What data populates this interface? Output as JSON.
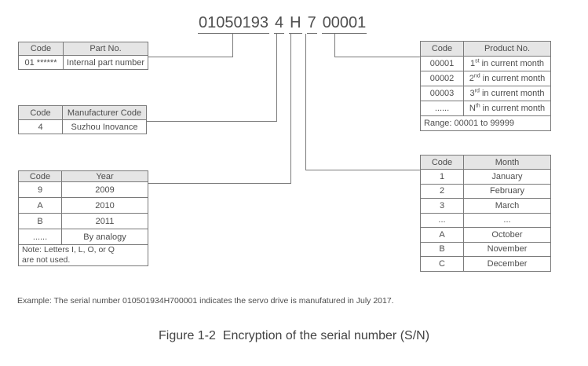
{
  "serial": {
    "segments": [
      "01050193",
      "4",
      "H",
      "7",
      "00001"
    ]
  },
  "tables": {
    "part": {
      "headers": [
        "Code",
        "Part No."
      ],
      "rows": [
        [
          "01 ******",
          "Internal part number"
        ]
      ]
    },
    "manufacturer": {
      "headers": [
        "Code",
        "Manufacturer Code"
      ],
      "rows": [
        [
          "4",
          "Suzhou Inovance"
        ]
      ]
    },
    "year": {
      "headers": [
        "Code",
        "Year"
      ],
      "rows": [
        [
          "9",
          "2009"
        ],
        [
          "A",
          "2010"
        ],
        [
          "B",
          "2011"
        ],
        [
          "......",
          "By analogy"
        ]
      ],
      "note": "Note: Letters I, L, O, or Q\nare not used."
    },
    "product": {
      "headers": [
        "Code",
        "Product No."
      ],
      "rows": [
        [
          "00001",
          {
            "text": "1",
            "sup": "st",
            "rest": " in current month"
          }
        ],
        [
          "00002",
          {
            "text": "2",
            "sup": "nd",
            "rest": " in current month"
          }
        ],
        [
          "00003",
          {
            "text": "3",
            "sup": "rd",
            "rest": " in current month"
          }
        ],
        [
          "......",
          {
            "text": "N",
            "sup": "th",
            "rest": " in current month"
          }
        ]
      ],
      "range": "Range: 00001 to 99999"
    },
    "month": {
      "headers": [
        "Code",
        "Month"
      ],
      "rows": [
        [
          "1",
          "January"
        ],
        [
          "2",
          "February"
        ],
        [
          "3",
          "March"
        ],
        [
          "...",
          "..."
        ],
        [
          "A",
          "October"
        ],
        [
          "B",
          "November"
        ],
        [
          "C",
          "December"
        ]
      ]
    }
  },
  "example_text": "Example: The serial number 010501934H700001 indicates the servo drive is manufatured in July 2017.",
  "caption": "Figure 1-2  Encryption of the serial number (S/N)",
  "colors": {
    "header_bg": "#e5e5e5",
    "border": "#7a7a7a",
    "text": "#4d4d4d",
    "line": "#7a7a7a"
  }
}
